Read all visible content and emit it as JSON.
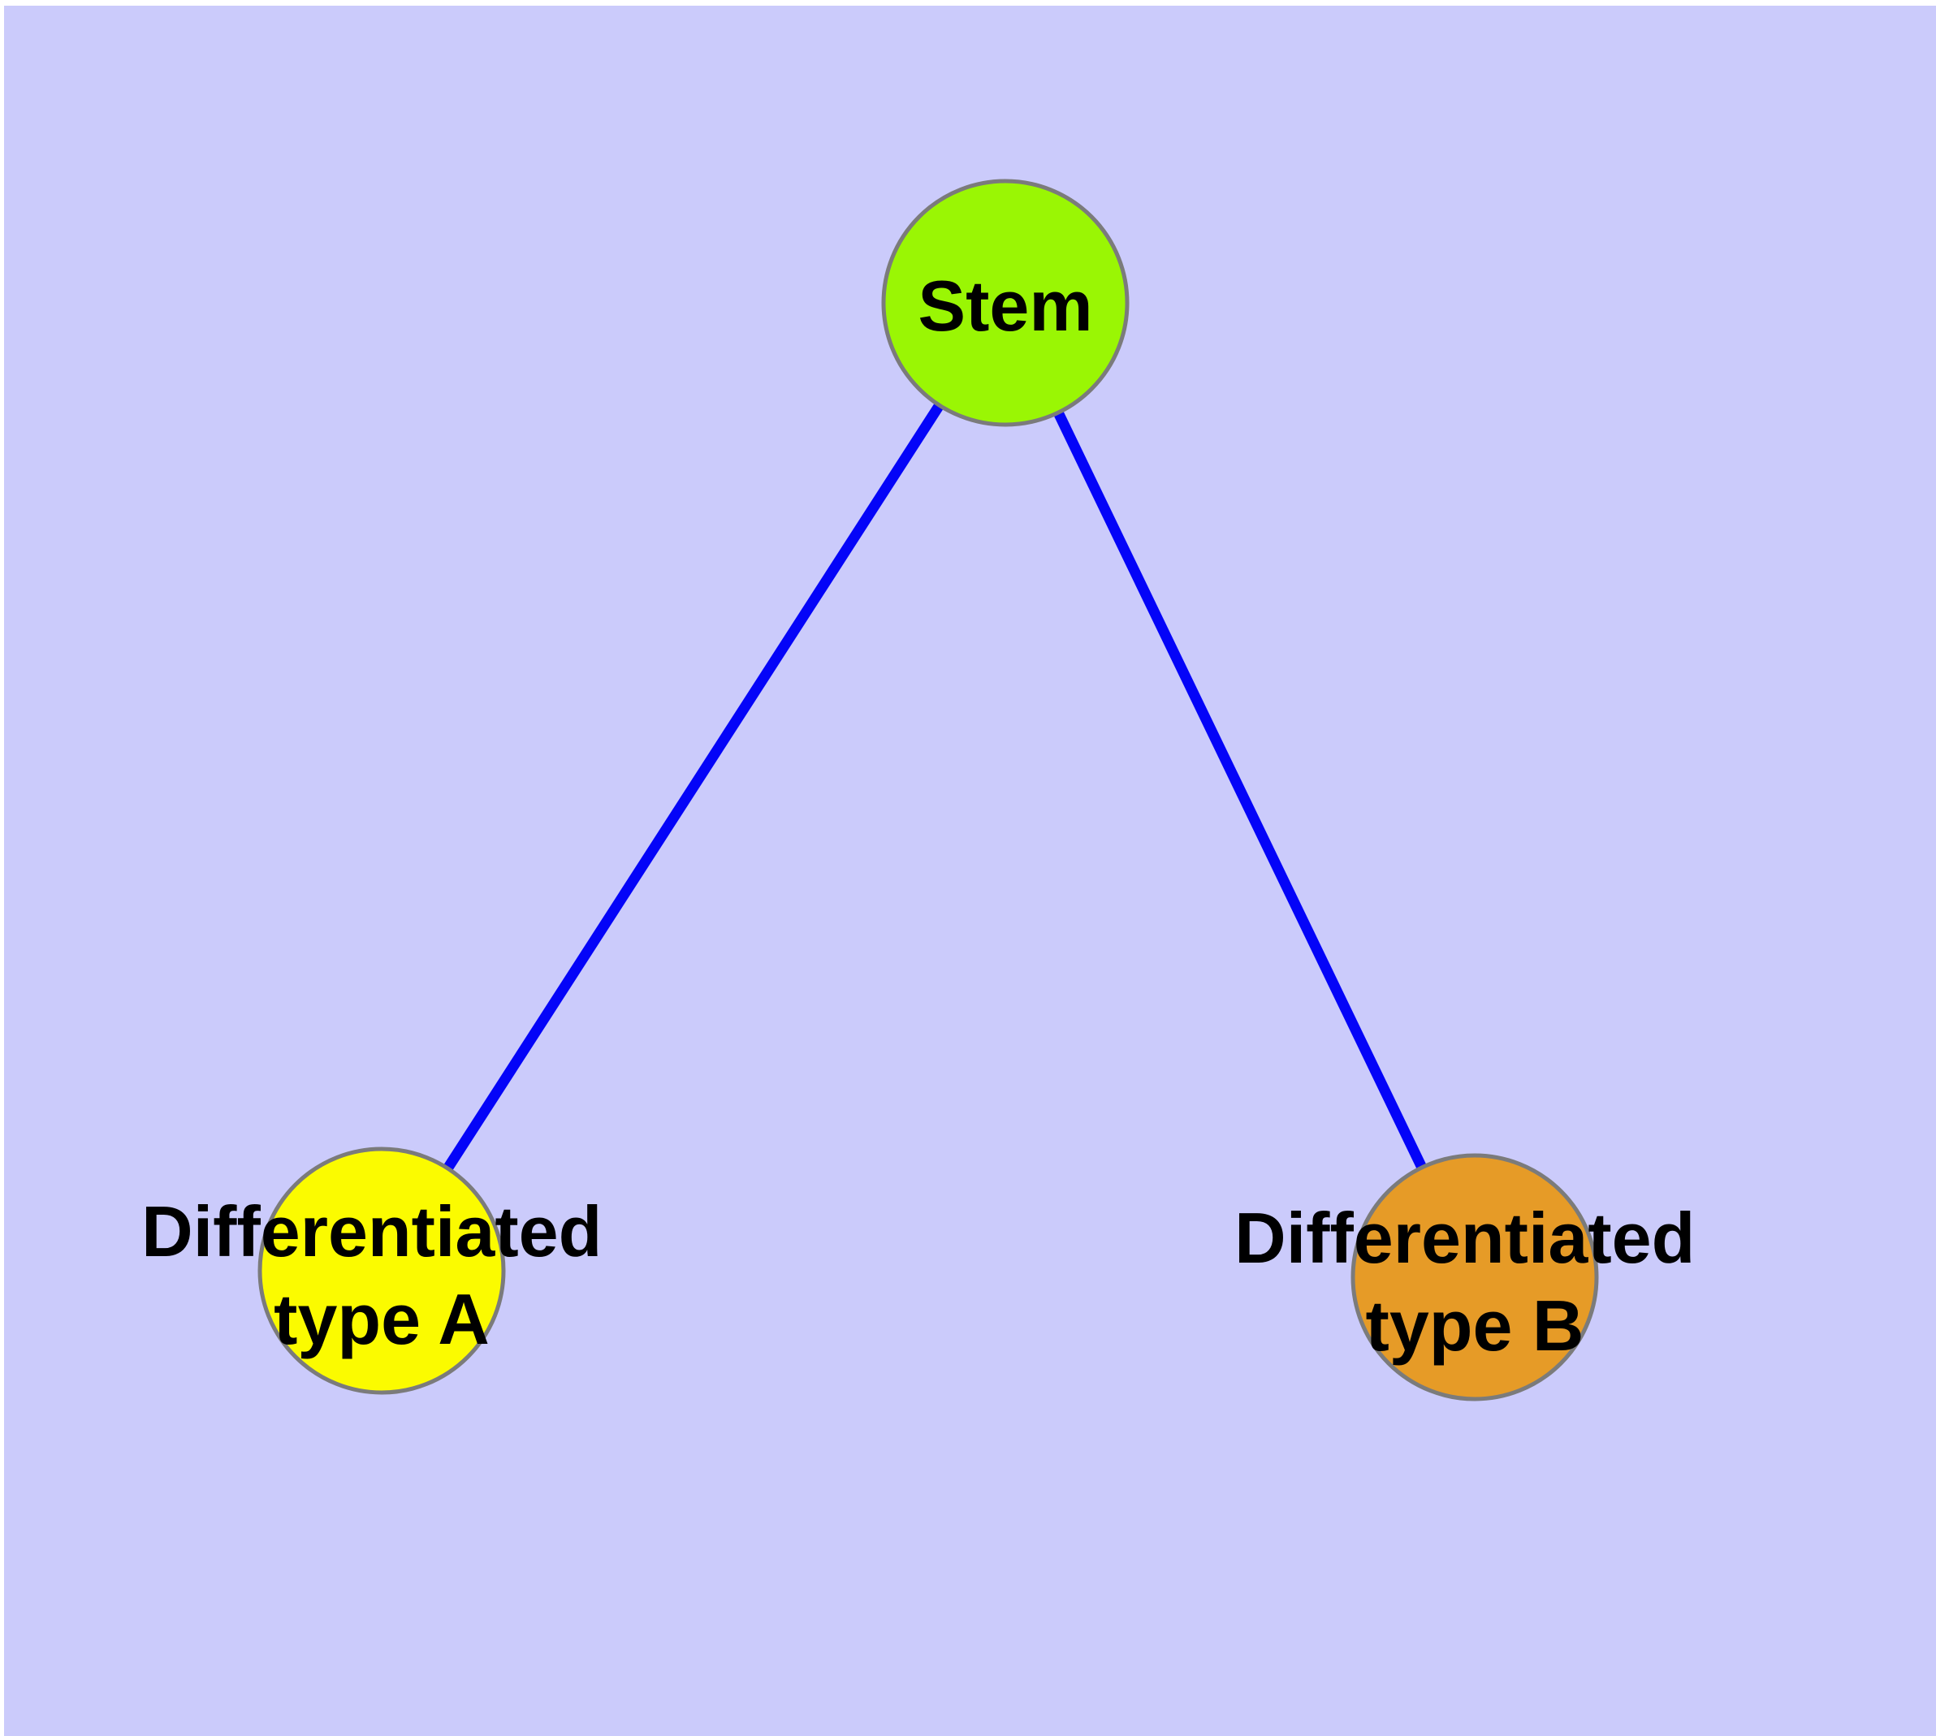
{
  "diagram": {
    "type": "node-link-graph",
    "background_color": "#CBCBFB",
    "page_margin_color": "#FFFFFF",
    "edge_color": "#0404F8",
    "node_border_color": "#7B7B7B",
    "label_color": "#000000",
    "nodes": [
      {
        "id": "stem",
        "label": "Stem",
        "label_lines": [
          "Stem"
        ],
        "fill": "#9AF604"
      },
      {
        "id": "differentiated-type-a",
        "label": "Differentiated type A",
        "label_lines": [
          "Differentiated",
          "type A"
        ],
        "fill": "#FBFB00"
      },
      {
        "id": "differentiated-type-b",
        "label": "Differentiated type B",
        "label_lines": [
          "Differentiated",
          "type B"
        ],
        "fill": "#E69B27"
      }
    ],
    "edges": [
      {
        "from": "Stem",
        "to": "Differentiated type A"
      },
      {
        "from": "Stem",
        "to": "Differentiated type B"
      }
    ]
  }
}
